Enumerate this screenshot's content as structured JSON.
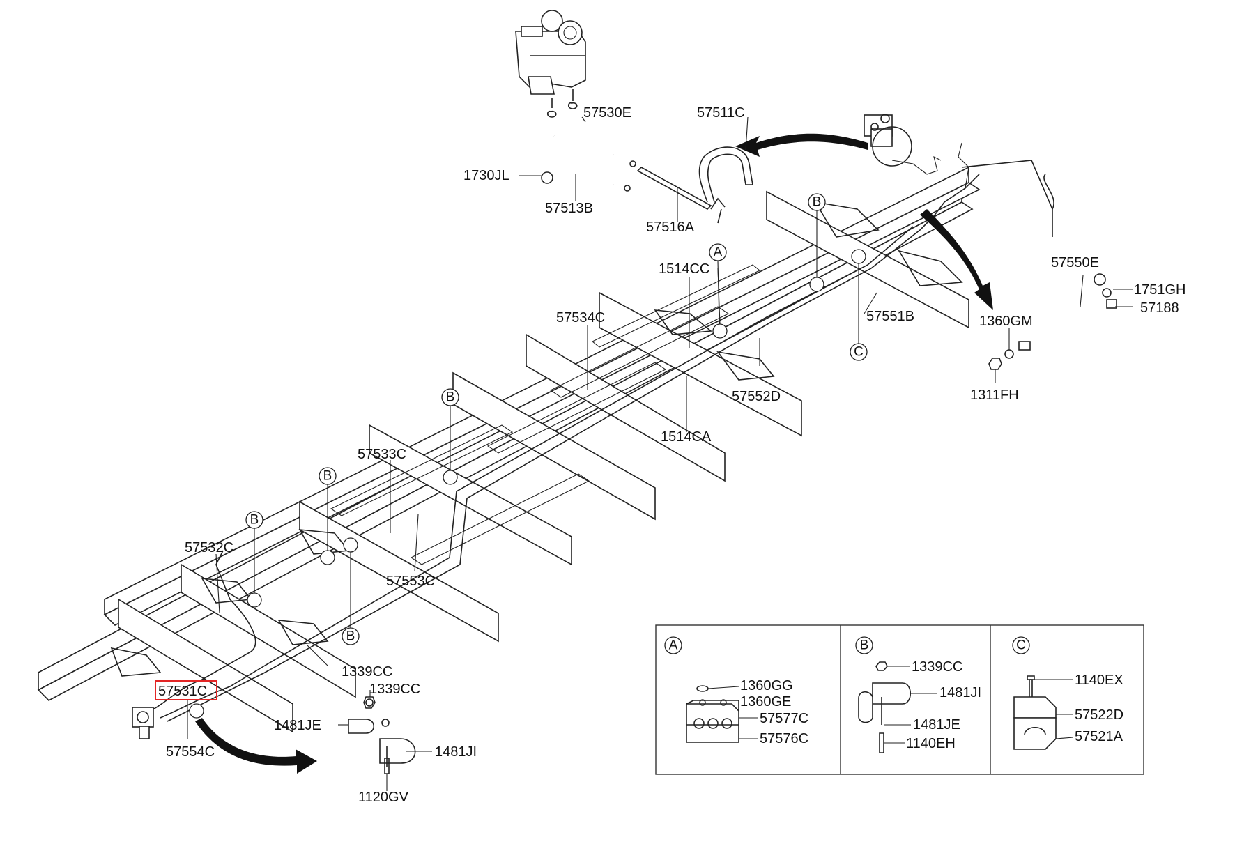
{
  "highlighted_part": "57531C",
  "labels": {
    "57530E": "57530E",
    "57511C": "57511C",
    "1730JL": "1730JL",
    "57513B": "57513B",
    "57516A": "57516A",
    "1514CC": "1514CC",
    "57534C": "57534C",
    "57550E": "57550E",
    "1751GH": "1751GH",
    "57188": "57188",
    "1360GM": "1360GM",
    "57551B": "57551B",
    "1311FH": "1311FH",
    "57552D": "57552D",
    "1514CA": "1514CA",
    "57533C": "57533C",
    "57532C": "57532C",
    "57553C": "57553C",
    "1339CC_main": "1339CC",
    "1339CC_b": "1339CC",
    "57531C": "57531C",
    "1481JE_main": "1481JE",
    "57554C": "57554C",
    "1481JI_main": "1481JI",
    "1120GV": "1120GV",
    "1360GG": "1360GG",
    "1360GE": "1360GE",
    "57577C": "57577C",
    "57576C": "57576C",
    "1339CC_detail": "1339CC",
    "1481JI_detail": "1481JI",
    "1481JE_detail": "1481JE",
    "1140EH": "1140EH",
    "1140EX": "1140EX",
    "57522D": "57522D",
    "57521A": "57521A"
  },
  "refs": {
    "A": "A",
    "B": "B",
    "C": "C"
  },
  "detail_panels": [
    "A",
    "B",
    "C"
  ]
}
